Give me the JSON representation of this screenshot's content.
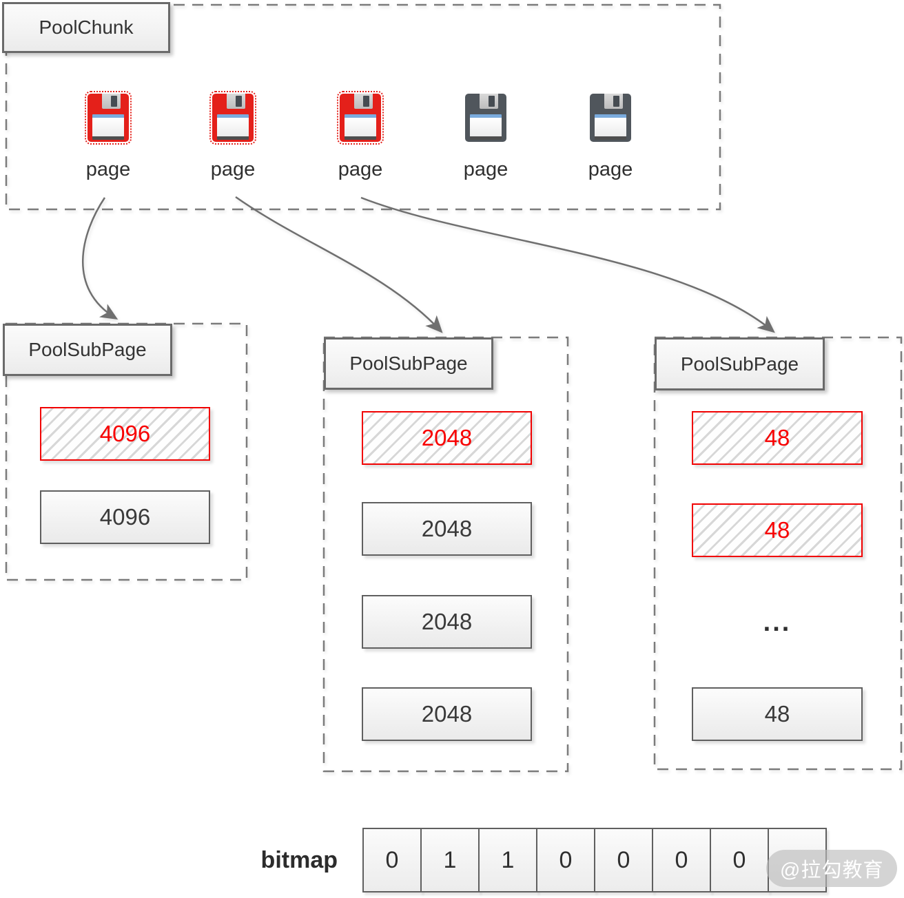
{
  "pool_chunk": {
    "title": "PoolChunk",
    "pages": [
      {
        "label": "page",
        "variant": "allocated"
      },
      {
        "label": "page",
        "variant": "allocated"
      },
      {
        "label": "page",
        "variant": "allocated"
      },
      {
        "label": "page",
        "variant": "free"
      },
      {
        "label": "page",
        "variant": "free"
      }
    ]
  },
  "subpages": [
    {
      "title": "PoolSubPage",
      "blocks": [
        {
          "value": "4096",
          "state": "allocated"
        },
        {
          "value": "4096",
          "state": "free"
        }
      ]
    },
    {
      "title": "PoolSubPage",
      "blocks": [
        {
          "value": "2048",
          "state": "allocated"
        },
        {
          "value": "2048",
          "state": "free"
        },
        {
          "value": "2048",
          "state": "free"
        },
        {
          "value": "2048",
          "state": "free"
        }
      ]
    },
    {
      "title": "PoolSubPage",
      "blocks": [
        {
          "value": "48",
          "state": "allocated"
        },
        {
          "value": "48",
          "state": "allocated"
        },
        {
          "value": "...",
          "state": "ellipsis"
        },
        {
          "value": "48",
          "state": "free"
        }
      ]
    }
  ],
  "bitmap": {
    "label": "bitmap",
    "cells": [
      "0",
      "1",
      "1",
      "0",
      "0",
      "0",
      "0",
      ""
    ]
  },
  "watermark": {
    "text": "@拉勾教育"
  },
  "colors": {
    "allocated_red": "#f10000",
    "box_border_gray": "#5f5f5f",
    "dashed_gray": "#7b7b7b",
    "arrow_gray": "#6f6f6f",
    "floppy_used": "#e4201a",
    "floppy_free": "#50565c",
    "floppy_label_stripe": "#7aabdd"
  }
}
